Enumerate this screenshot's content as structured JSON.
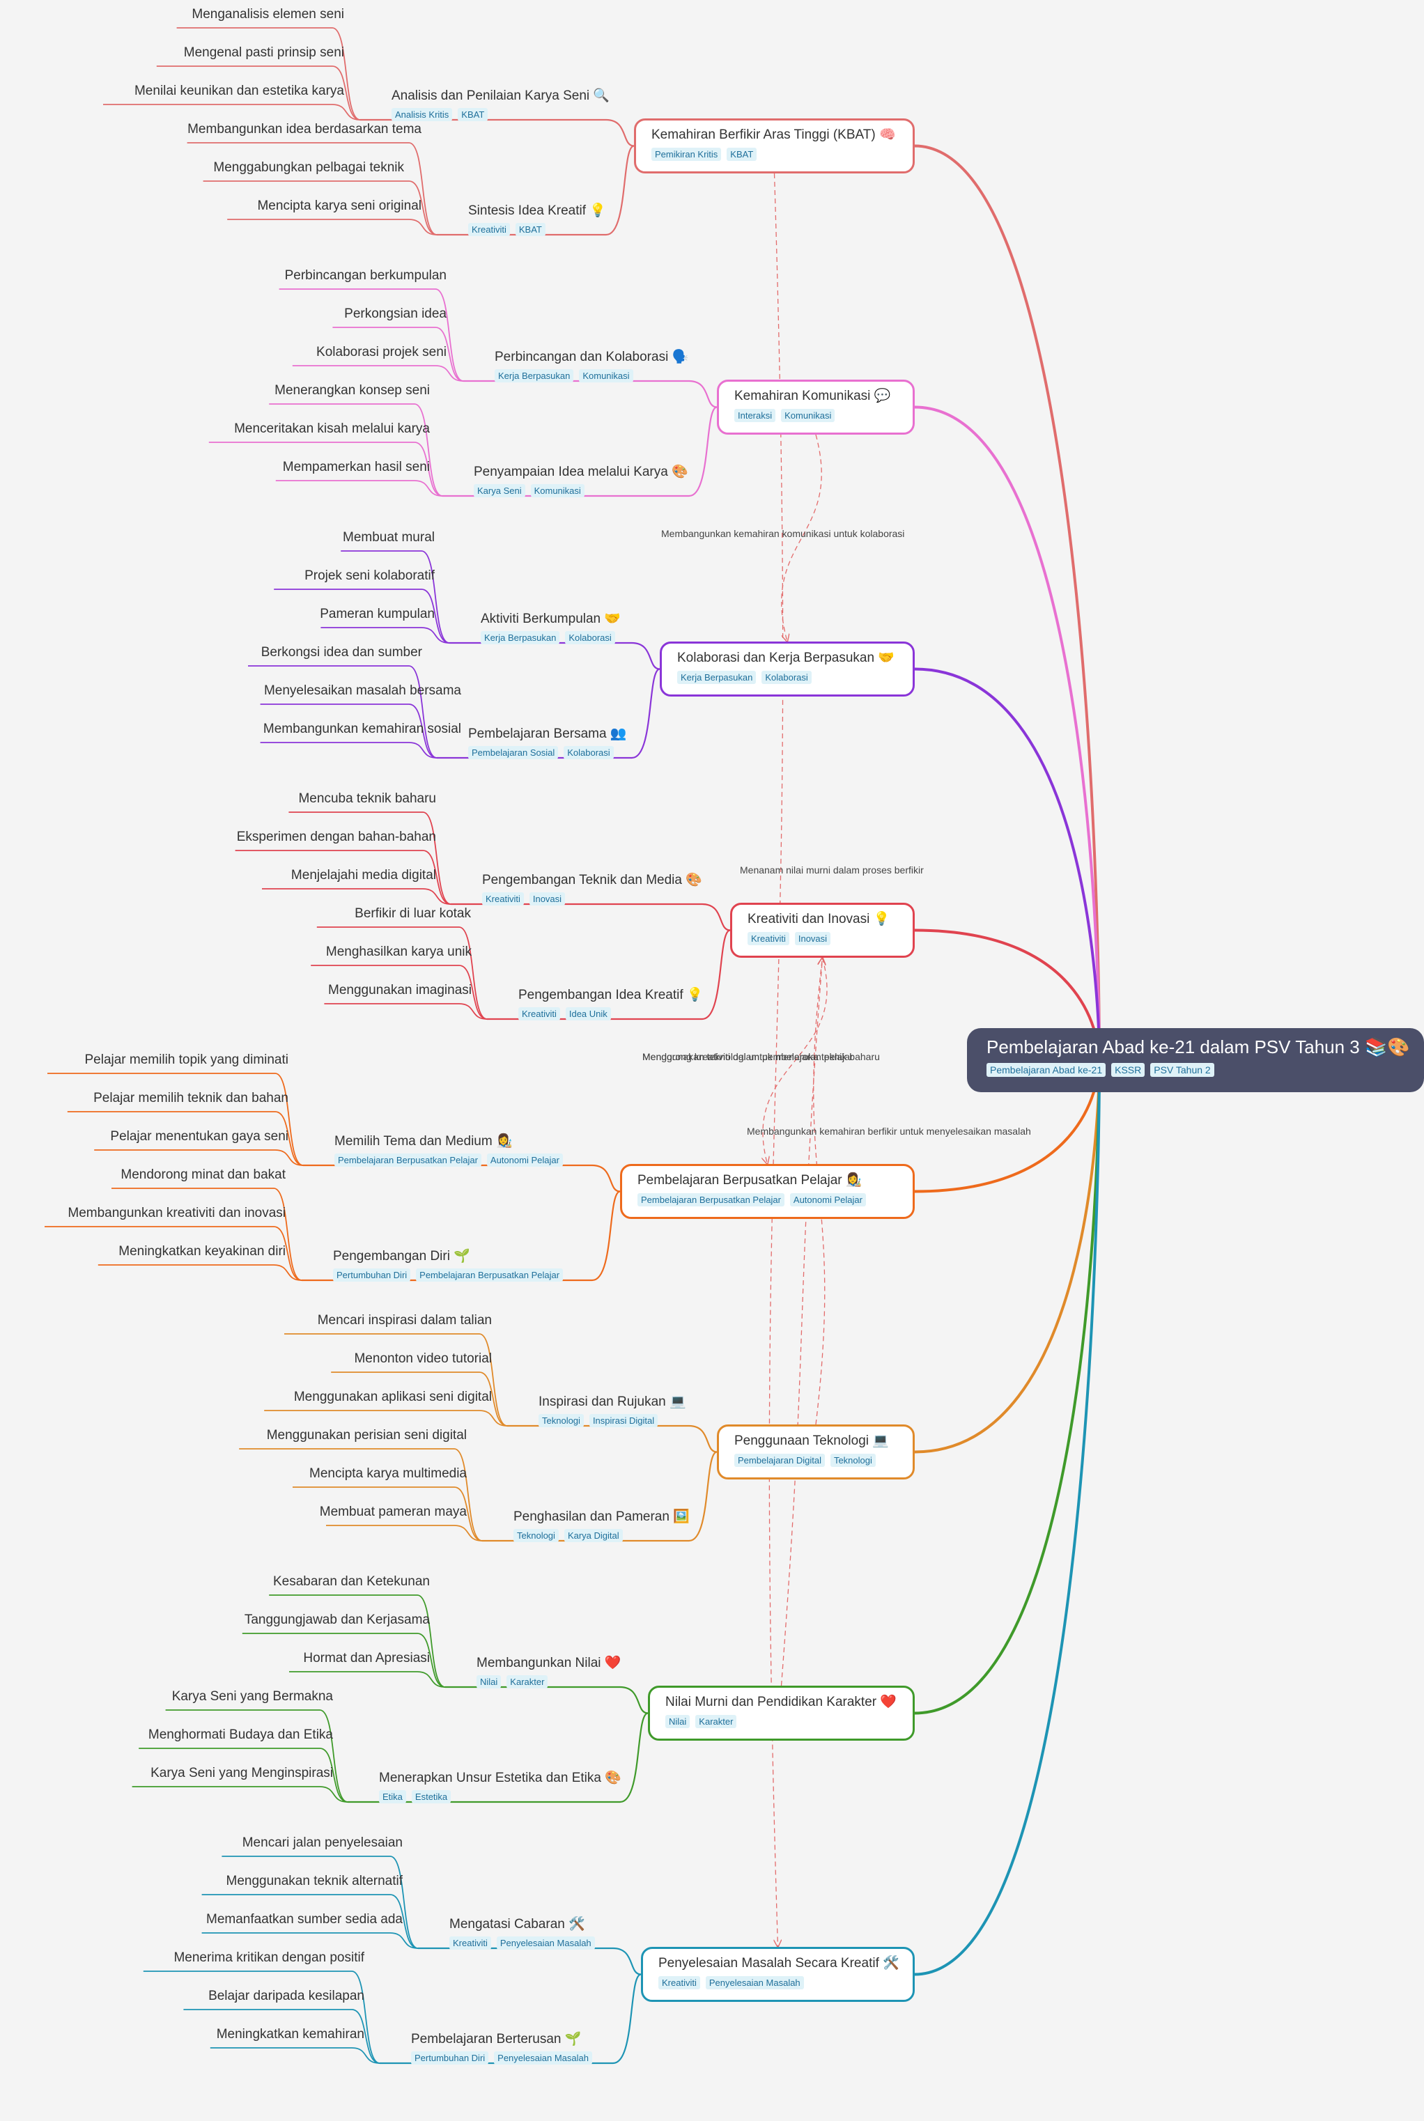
{
  "root": {
    "title": "Pembelajaran Abad ke-21 dalam PSV Tahun 3",
    "icon": "📚🎨",
    "tags": [
      "Pembelajaran Abad ke-21",
      "KSSR",
      "PSV Tahun 2"
    ]
  },
  "branches": [
    {
      "title": "Kemahiran Berfikir Aras Tinggi (KBAT)",
      "icon": "🧠",
      "color": "#e06c6c",
      "tags": [
        "Pemikiran Kritis",
        "KBAT"
      ],
      "subs": [
        {
          "title": "Analisis dan Penilaian Karya Seni",
          "icon": "🔍",
          "tags": [
            "Analisis Kritis",
            "KBAT"
          ],
          "leaves": [
            "Menganalisis elemen seni",
            "Mengenal pasti prinsip seni",
            "Menilai keunikan dan estetika karya"
          ]
        },
        {
          "title": "Sintesis Idea Kreatif",
          "icon": "💡",
          "tags": [
            "Kreativiti",
            "KBAT"
          ],
          "leaves": [
            "Membangunkan idea berdasarkan tema",
            "Menggabungkan pelbagai teknik",
            "Mencipta karya seni original"
          ]
        }
      ]
    },
    {
      "title": "Kemahiran Komunikasi",
      "icon": "💬",
      "color": "#e870d0",
      "tags": [
        "Interaksi",
        "Komunikasi"
      ],
      "subs": [
        {
          "title": "Perbincangan dan Kolaborasi",
          "icon": "🗣️",
          "tags": [
            "Kerja Berpasukan",
            "Komunikasi"
          ],
          "leaves": [
            "Perbincangan berkumpulan",
            "Perkongsian idea",
            "Kolaborasi projek seni"
          ]
        },
        {
          "title": "Penyampaian Idea melalui Karya",
          "icon": "🎨",
          "tags": [
            "Karya Seni",
            "Komunikasi"
          ],
          "leaves": [
            "Menerangkan konsep seni",
            "Menceritakan kisah melalui karya",
            "Mempamerkan hasil seni"
          ]
        }
      ]
    },
    {
      "title": "Kolaborasi dan Kerja Berpasukan",
      "icon": "🤝",
      "color": "#8a35d8",
      "tags": [
        "Kerja Berpasukan",
        "Kolaborasi"
      ],
      "subs": [
        {
          "title": "Aktiviti Berkumpulan",
          "icon": "🤝",
          "tags": [
            "Kerja Berpasukan",
            "Kolaborasi"
          ],
          "leaves": [
            "Membuat mural",
            "Projek seni kolaboratif",
            "Pameran kumpulan"
          ]
        },
        {
          "title": "Pembelajaran Bersama",
          "icon": "👥",
          "tags": [
            "Pembelajaran Sosial",
            "Kolaborasi"
          ],
          "leaves": [
            "Berkongsi idea dan sumber",
            "Menyelesaikan masalah bersama",
            "Membangunkan kemahiran sosial"
          ]
        }
      ]
    },
    {
      "title": "Kreativiti dan Inovasi",
      "icon": "💡",
      "color": "#e0434f",
      "tags": [
        "Kreativiti",
        "Inovasi"
      ],
      "subs": [
        {
          "title": "Pengembangan Teknik dan Media",
          "icon": "🎨",
          "tags": [
            "Kreativiti",
            "Inovasi"
          ],
          "leaves": [
            "Mencuba teknik baharu",
            "Eksperimen dengan bahan-bahan",
            "Menjelajahi media digital"
          ]
        },
        {
          "title": "Pengembangan Idea Kreatif",
          "icon": "💡",
          "tags": [
            "Kreativiti",
            "Idea Unik"
          ],
          "leaves": [
            "Berfikir di luar kotak",
            "Menghasilkan karya unik",
            "Menggunakan imaginasi"
          ]
        }
      ]
    },
    {
      "title": "Pembelajaran Berpusatkan Pelajar",
      "icon": "👩‍🎨",
      "color": "#ee6a1c",
      "tags": [
        "Pembelajaran Berpusatkan Pelajar",
        "Autonomi Pelajar"
      ],
      "subs": [
        {
          "title": "Memilih Tema dan Medium",
          "icon": "👩‍🎨",
          "tags": [
            "Pembelajaran Berpusatkan Pelajar",
            "Autonomi Pelajar"
          ],
          "leaves": [
            "Pelajar memilih topik yang diminati",
            "Pelajar memilih teknik dan bahan",
            "Pelajar menentukan gaya seni"
          ]
        },
        {
          "title": "Pengembangan Diri",
          "icon": "🌱",
          "tags": [
            "Pertumbuhan Diri",
            "Pembelajaran Berpusatkan Pelajar"
          ],
          "leaves": [
            "Mendorong minat dan bakat",
            "Membangunkan kreativiti dan inovasi",
            "Meningkatkan keyakinan diri"
          ]
        }
      ]
    },
    {
      "title": "Penggunaan Teknologi",
      "icon": "💻",
      "color": "#e08a2a",
      "tags": [
        "Pembelajaran Digital",
        "Teknologi"
      ],
      "subs": [
        {
          "title": "Inspirasi dan Rujukan",
          "icon": "💻",
          "tags": [
            "Teknologi",
            "Inspirasi Digital"
          ],
          "leaves": [
            "Mencari inspirasi dalam talian",
            "Menonton video tutorial",
            "Menggunakan aplikasi seni digital"
          ]
        },
        {
          "title": "Penghasilan dan Pameran",
          "icon": "🖼️",
          "tags": [
            "Teknologi",
            "Karya Digital"
          ],
          "leaves": [
            "Menggunakan perisian seni digital",
            "Mencipta karya multimedia",
            "Membuat pameran maya"
          ]
        }
      ]
    },
    {
      "title": "Nilai Murni dan Pendidikan Karakter",
      "icon": "❤️",
      "color": "#3f9a2a",
      "tags": [
        "Nilai",
        "Karakter"
      ],
      "subs": [
        {
          "title": "Membangunkan Nilai",
          "icon": "❤️",
          "tags": [
            "Nilai",
            "Karakter"
          ],
          "leaves": [
            "Kesabaran dan Ketekunan",
            "Tanggungjawab dan Kerjasama",
            "Hormat dan Apresiasi"
          ]
        },
        {
          "title": "Menerapkan Unsur Estetika dan Etika",
          "icon": "🎨",
          "tags": [
            "Etika",
            "Estetika"
          ],
          "leaves": [
            "Karya Seni yang Bermakna",
            "Menghormati Budaya dan Etika",
            "Karya Seni yang Menginspirasi"
          ]
        }
      ]
    },
    {
      "title": "Penyelesaian Masalah Secara Kreatif",
      "icon": "🛠️",
      "color": "#1d94b4",
      "tags": [
        "Kreativiti",
        "Penyelesaian Masalah"
      ],
      "subs": [
        {
          "title": "Mengatasi Cabaran",
          "icon": "🛠️",
          "tags": [
            "Kreativiti",
            "Penyelesaian Masalah"
          ],
          "leaves": [
            "Mencari jalan penyelesaian",
            "Menggunakan teknik alternatif",
            "Memanfaatkan sumber sedia ada"
          ]
        },
        {
          "title": "Pembelajaran Berterusan",
          "icon": "🌱",
          "tags": [
            "Pertumbuhan Diri",
            "Penyelesaian Masalah"
          ],
          "leaves": [
            "Menerima kritikan dengan positif",
            "Belajar daripada kesilapan",
            "Meningkatkan kemahiran"
          ]
        }
      ]
    }
  ],
  "relations": [
    {
      "label": "Membangunkan kemahiran komunikasi untuk kolaborasi",
      "from": 1,
      "to": 2
    },
    {
      "label": "Menanam nilai murni dalam proses berfikir",
      "from": 6,
      "to": 3
    },
    {
      "label": "Mendorong kreativiti dalam pembelajaran pelajar",
      "from": 3,
      "to": 4
    },
    {
      "label": "Menggunakan teknologi untuk meneroka teknik baharu",
      "from": 5,
      "to": 3
    },
    {
      "label": "Membangunkan kemahiran berfikir untuk menyelesaikan masalah",
      "from": 0,
      "to": 7
    }
  ]
}
